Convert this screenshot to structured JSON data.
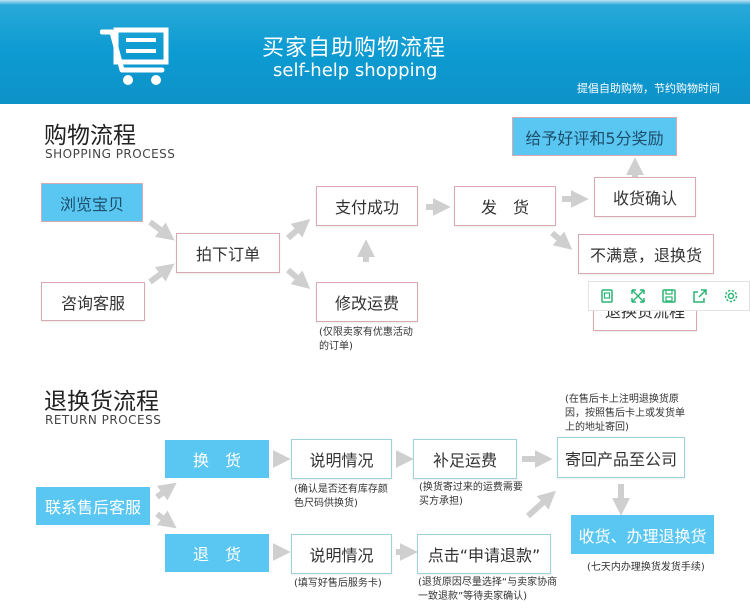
{
  "banner": {
    "title": "买家自助购物流程",
    "subtitle": "self-help shopping",
    "tagline": "提倡自助购物，节约购物时间"
  },
  "shopping": {
    "title": "购物流程",
    "subtitle": "SHOPPING PROCESS",
    "nodes": {
      "browse": "浏览宝贝",
      "consult": "咨询客服",
      "order": "拍下订单",
      "paid": "支付成功",
      "modify_fee": "修改运费",
      "ship": "发　货",
      "receive": "收货确认",
      "review": "给予好评和5分奖励",
      "unsatisfied": "不满意，退换货",
      "return_flow": "退换货流程"
    },
    "notes": {
      "modify_fee": "(仅限卖家有优惠活动的订单)"
    }
  },
  "returns": {
    "title": "退换货流程",
    "subtitle": "RETURN PROCESS",
    "nodes": {
      "contact": "联系售后客服",
      "exchange": "换　货",
      "refund": "退　货",
      "explain1": "说明情况",
      "explain2": "说明情况",
      "add_fee": "补足运费",
      "apply_refund": "点击“申请退款”",
      "send_back": "寄回产品至公司",
      "receive_process": "收货、办理退换货"
    },
    "notes": {
      "send_back": "(在售后卡上注明退换货原因，按照售后卡上或发货单上的地址寄回)",
      "explain1": "(确认是否还有库存颜色尺码供换货)",
      "add_fee": "(换货寄过来的运费需要买方承担)",
      "explain2": "(填写好售后服务卡)",
      "apply_refund": "(退货原因尽量选择“与卖家协商一致退款”等待卖家确认)",
      "receive_process": "(七天内办理换货发货手续)"
    }
  },
  "toolbar": {
    "icons": [
      "copy-icon",
      "expand-icon",
      "save-icon",
      "share-icon",
      "settings-icon"
    ],
    "accent": "#2bb673"
  },
  "colors": {
    "banner": "#0e9bd2",
    "highlight_box": "#5ac7f2",
    "arrow": "#cfcfcf",
    "box_border_pink": "#d8a9b1",
    "box_border_teal": "#9ed2d9"
  }
}
